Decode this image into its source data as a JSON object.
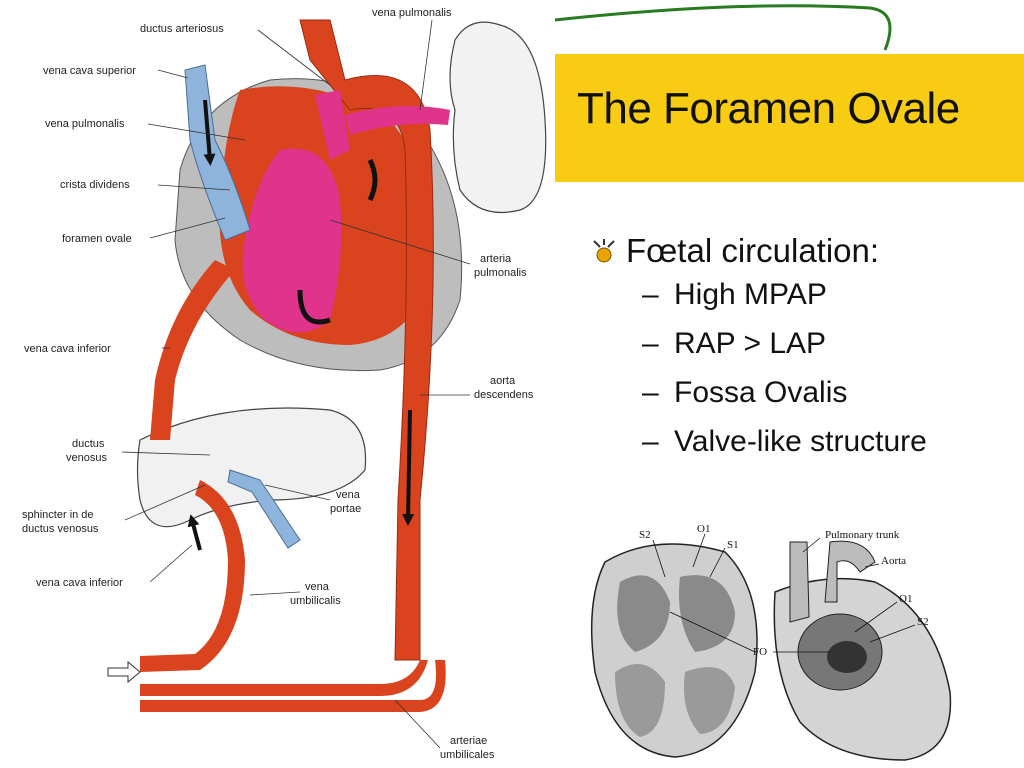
{
  "slide": {
    "title": "The Foramen Ovale",
    "bullets": {
      "main": "Fœtal circulation:",
      "sub": [
        "High MPAP",
        "RAP > LAP",
        "Fossa Ovalis",
        "Valve-like structure"
      ]
    }
  },
  "diagram": {
    "labels": {
      "ductus_arteriosus": "ductus arteriosus",
      "vena_pulmonalis_top": "vena pulmonalis",
      "vena_cava_superior": "vena cava superior",
      "vena_pulmonalis_left": "vena pulmonalis",
      "crista_dividens": "crista dividens",
      "foramen_ovale": "foramen ovale",
      "arteria_pulmonalis_1": "arteria",
      "arteria_pulmonalis_2": "pulmonalis",
      "vena_cava_inferior_1": "vena cava inferior",
      "aorta_descendens_1": "aorta",
      "aorta_descendens_2": "descendens",
      "ductus_venosus_1": "ductus",
      "ductus_venosus_2": "venosus",
      "vena_portae_1": "vena",
      "vena_portae_2": "portae",
      "sphincter_1": "sphincter in de",
      "sphincter_2": "ductus venosus",
      "vena_cava_inferior_2": "vena cava inferior",
      "vena_umbilicalis_1": "vena",
      "vena_umbilicalis_2": "umbilicalis",
      "arteriae_umbilicales_1": "arteriae",
      "arteriae_umbilicales_2": "umbilicales"
    }
  },
  "heart_figure": {
    "labels": {
      "s2_left": "S2",
      "o1_left": "O1",
      "s1": "S1",
      "pulmonary_trunk": "Pulmonary trunk",
      "aorta": "Aorta",
      "o1_right": "O1",
      "s2_right": "S2",
      "fo": "FO"
    }
  },
  "colors": {
    "title_bg": "#f8cc12",
    "swoosh": "#2a7a1f",
    "artery_red": "#d9431e",
    "vein_blue": "#8fb4dc",
    "mixed_pink": "#e0338c",
    "heart_grey": "#bdbdbd"
  }
}
